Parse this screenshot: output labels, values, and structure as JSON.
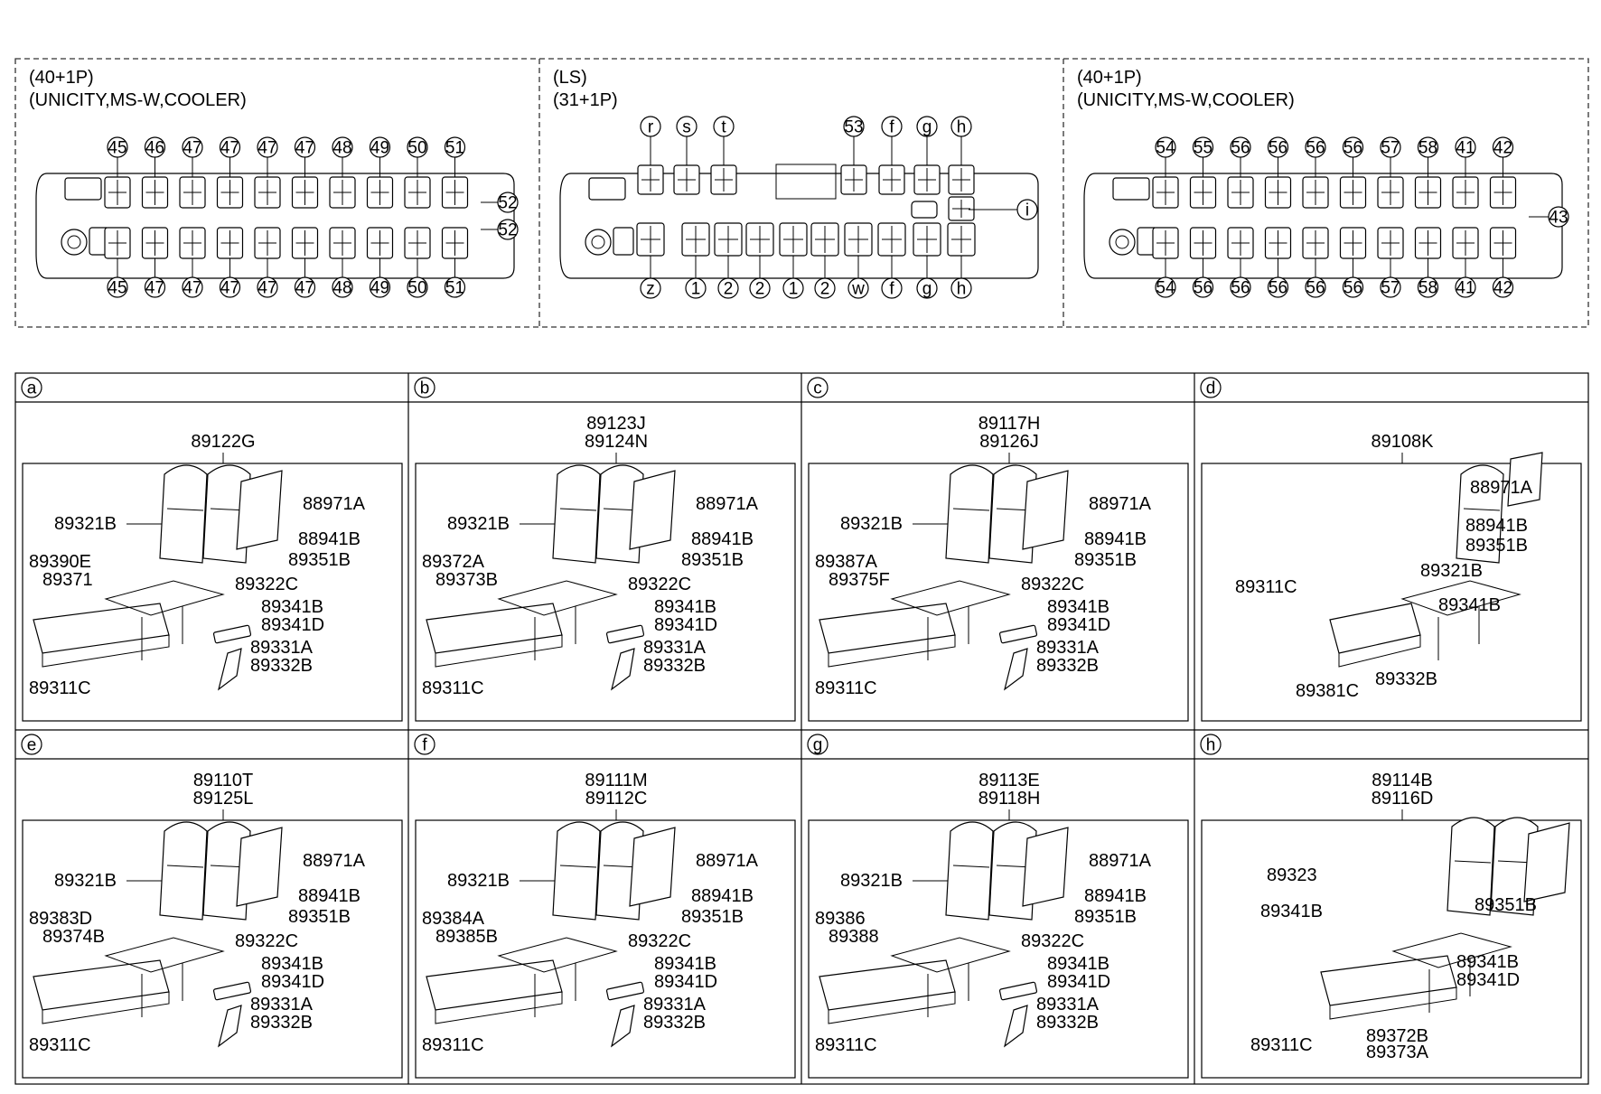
{
  "layouts": [
    {
      "header": [
        "(40+1P)",
        "(UNICITY,MS-W,COOLER)"
      ],
      "top_row": [
        "45",
        "46",
        "47",
        "47",
        "47",
        "47",
        "48",
        "49",
        "50",
        "51"
      ],
      "bottom_row": [
        "45",
        "47",
        "47",
        "47",
        "47",
        "47",
        "48",
        "49",
        "50",
        "51"
      ],
      "side_labels": [
        "52",
        "52"
      ]
    },
    {
      "header": [
        "(LS)",
        "(31+1P)"
      ],
      "top_row": [
        "r",
        "s",
        "t",
        "53",
        "f",
        "g",
        "h"
      ],
      "bottom_row": [
        "z",
        "1",
        "2",
        "2",
        "1",
        "2",
        "w",
        "f",
        "g",
        "h"
      ],
      "side_labels": [
        "i"
      ]
    },
    {
      "header": [
        "(40+1P)",
        "(UNICITY,MS-W,COOLER)"
      ],
      "top_row": [
        "54",
        "55",
        "56",
        "56",
        "56",
        "56",
        "57",
        "58",
        "41",
        "42"
      ],
      "bottom_row": [
        "54",
        "56",
        "56",
        "56",
        "56",
        "56",
        "57",
        "58",
        "41",
        "42"
      ],
      "side_labels": [
        "43"
      ]
    }
  ],
  "panels": [
    {
      "letter": "a",
      "assembly": [
        "89122G"
      ],
      "labels": {
        "backrest": "89321B",
        "handle": "88971A",
        "net": "88941B",
        "cover": "89351B",
        "frame": [
          "89390E",
          "89371"
        ],
        "side": "89322C",
        "arm": [
          "89341B",
          "89341D"
        ],
        "leg": [
          "89331A",
          "89332B"
        ],
        "cushion": "89311C"
      }
    },
    {
      "letter": "b",
      "assembly": [
        "89123J",
        "89124N"
      ],
      "labels": {
        "backrest": "89321B",
        "handle": "88971A",
        "net": "88941B",
        "cover": "89351B",
        "frame": [
          "89372A",
          "89373B"
        ],
        "side": "89322C",
        "arm": [
          "89341B",
          "89341D"
        ],
        "leg": [
          "89331A",
          "89332B"
        ],
        "cushion": "89311C"
      }
    },
    {
      "letter": "c",
      "assembly": [
        "89117H",
        "89126J"
      ],
      "labels": {
        "backrest": "89321B",
        "handle": "88971A",
        "net": "88941B",
        "cover": "89351B",
        "frame": [
          "89387A",
          "89375F"
        ],
        "side": "89322C",
        "arm": [
          "89341B",
          "89341D"
        ],
        "leg": [
          "89331A",
          "89332B"
        ],
        "cushion": "89311C"
      }
    },
    {
      "letter": "d",
      "assembly": [
        "89108K"
      ],
      "labels": {
        "handle": "88971A",
        "net": "88941B",
        "cover": "89351B",
        "backrest": "89321B",
        "cushion": "89311C",
        "arm": "89341B",
        "base": "89381C",
        "leg": "89332B"
      }
    },
    {
      "letter": "e",
      "assembly": [
        "89110T",
        "89125L"
      ],
      "labels": {
        "backrest": "89321B",
        "handle": "88971A",
        "net": "88941B",
        "cover": "89351B",
        "frame": [
          "89383D",
          "89374B"
        ],
        "side": "89322C",
        "arm": [
          "89341B",
          "89341D"
        ],
        "leg": [
          "89331A",
          "89332B"
        ],
        "cushion": "89311C"
      }
    },
    {
      "letter": "f",
      "assembly": [
        "89111M",
        "89112C"
      ],
      "labels": {
        "backrest": "89321B",
        "handle": "88971A",
        "net": "88941B",
        "cover": "89351B",
        "frame": [
          "89384A",
          "89385B"
        ],
        "side": "89322C",
        "arm": [
          "89341B",
          "89341D"
        ],
        "leg": [
          "89331A",
          "89332B"
        ],
        "cushion": "89311C"
      }
    },
    {
      "letter": "g",
      "assembly": [
        "89113E",
        "89118H"
      ],
      "labels": {
        "backrest": "89321B",
        "handle": "88971A",
        "net": "88941B",
        "cover": "89351B",
        "frame": [
          "89386",
          "89388"
        ],
        "side": "89322C",
        "arm": [
          "89341B",
          "89341D"
        ],
        "leg": [
          "89331A",
          "89332B"
        ],
        "cushion": "89311C"
      }
    },
    {
      "letter": "h",
      "assembly": [
        "89114B",
        "89116D"
      ],
      "labels": {
        "back": "89323",
        "cover": "89351B",
        "arm_left": "89341B",
        "arm": [
          "89341B",
          "89341D"
        ],
        "frame": [
          "89372B",
          "89373A"
        ],
        "cushion": "89311C"
      }
    }
  ]
}
